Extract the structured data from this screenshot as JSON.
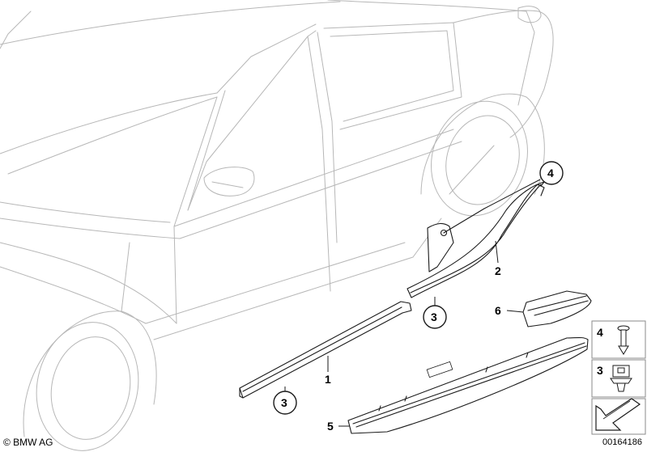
{
  "callouts": {
    "c1": "1",
    "c2": "2",
    "c3a": "3",
    "c3b": "3",
    "c4": "4",
    "c5": "5",
    "c6": "6"
  },
  "legend": {
    "item4": "4",
    "item3": "3"
  },
  "footer": {
    "copyright": "© BMW AG",
    "diagram_id": "00164186"
  }
}
